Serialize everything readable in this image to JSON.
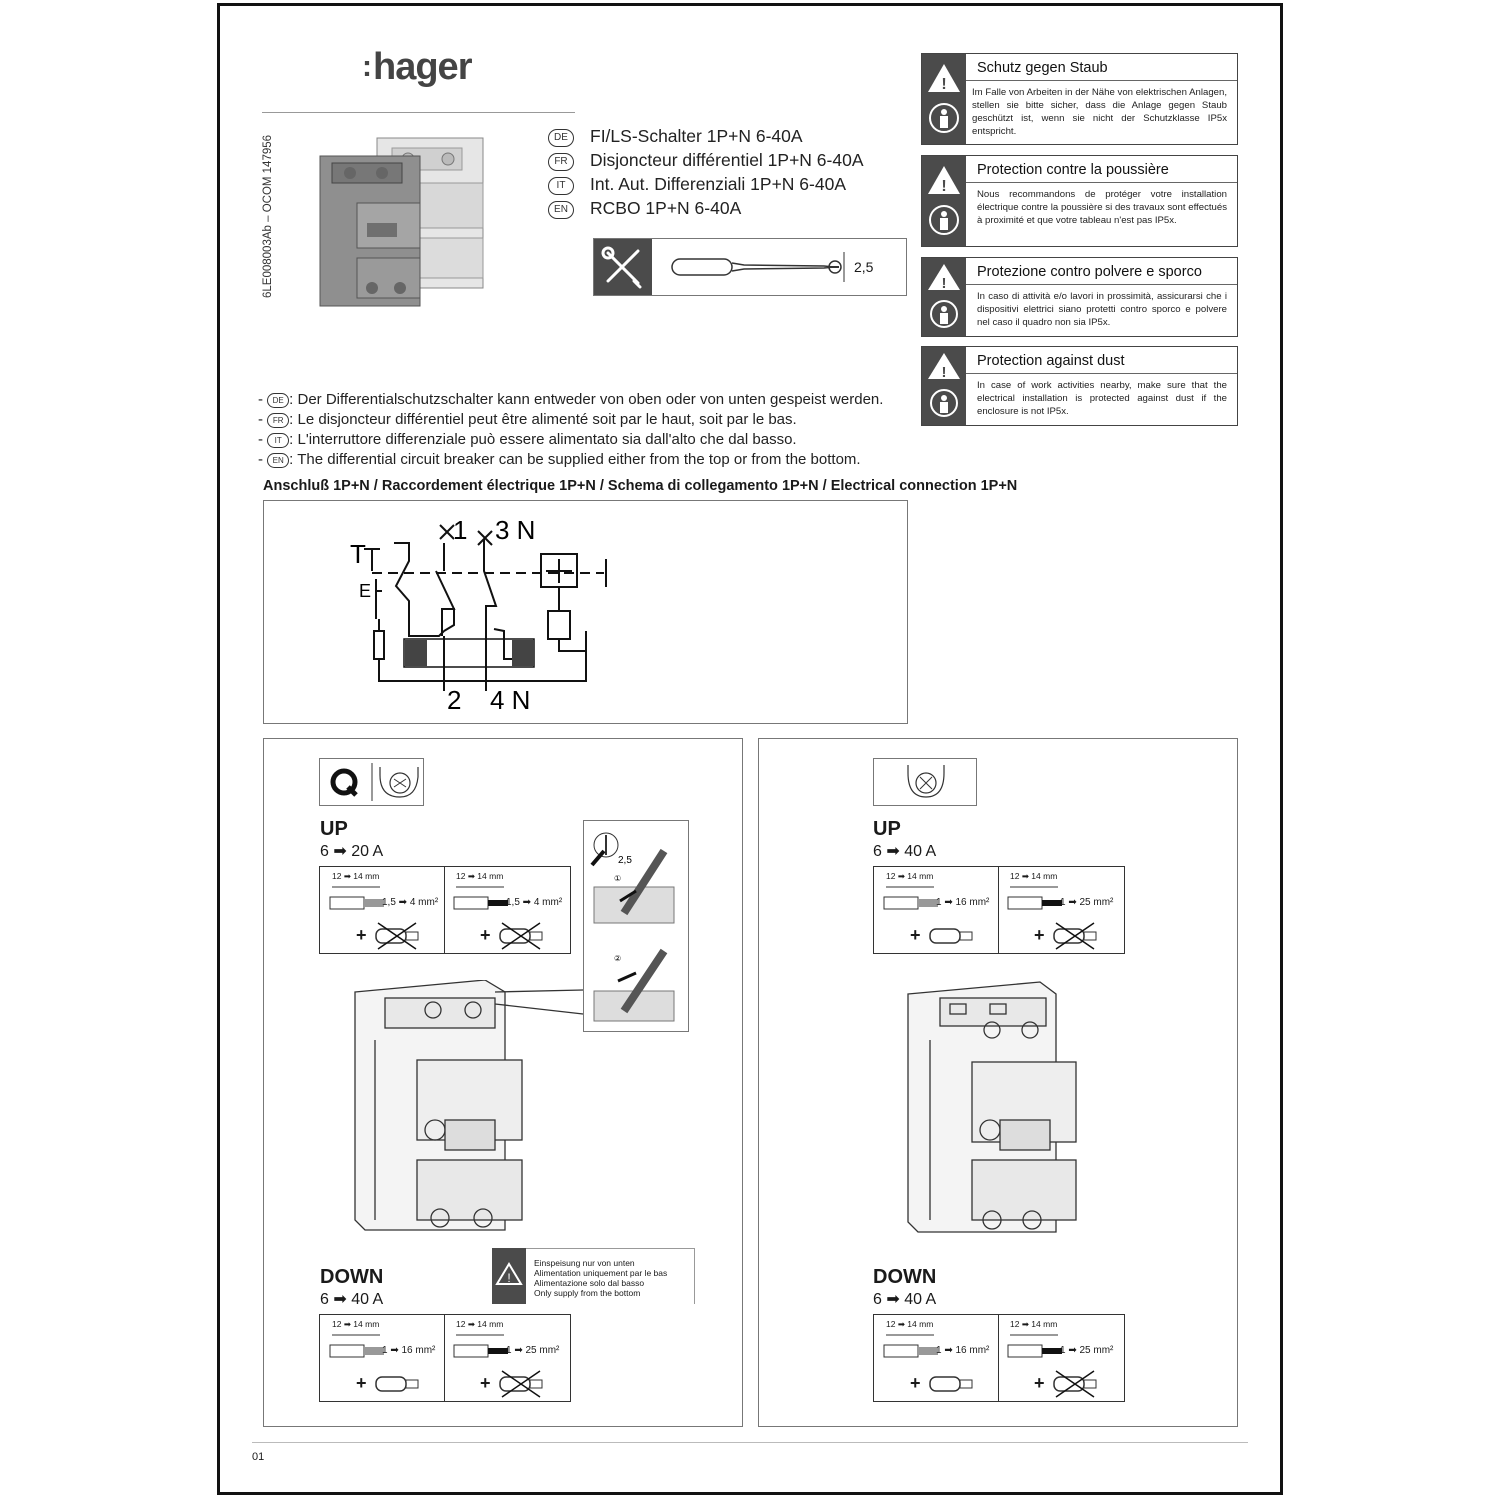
{
  "brand": "hager",
  "doc_code": "6LE008003Ab – OCOM 147956",
  "products": [
    {
      "lang": "DE",
      "name": "FI/LS-Schalter 1P+N 6-40A"
    },
    {
      "lang": "FR",
      "name": "Disjoncteur différentiel 1P+N 6-40A"
    },
    {
      "lang": "IT",
      "name": "Int. Aut. Differenziali 1P+N 6-40A"
    },
    {
      "lang": "EN",
      "name": "RCBO 1P+N 6-40A"
    }
  ],
  "tool": {
    "size": "2,5"
  },
  "warnings": [
    {
      "title": "Schutz gegen Staub",
      "body": "Im Falle von Arbeiten in der Nähe von elektrischen Anlagen, stellen sie bitte sicher, dass die Anlage gegen Staub geschützt ist, wenn sie nicht der Schutzklasse IP5x entspricht."
    },
    {
      "title": "Protection contre la poussière",
      "body": "Nous recommandons de protéger votre installation électrique contre la poussière si des travaux sont effectués à proximité et que votre tableau n'est pas IP5x."
    },
    {
      "title": "Protezione contro polvere e sporco",
      "body": "In caso di attività e/o lavori in prossimità, assicurarsi che i dispositivi elettrici siano protetti contro sporco e polvere nel caso il quadro non sia IP5x."
    },
    {
      "title": "Protection against dust",
      "body": "In case of work activities nearby, make sure that the electrical installation is protected against dust if the enclosure is not IP5x."
    }
  ],
  "feed_notes": [
    {
      "lang": "DE",
      "text": ": Der Differentialschutzschalter kann entweder von oben oder von unten gespeist werden."
    },
    {
      "lang": "FR",
      "text": ": Le disjoncteur différentiel peut être alimenté soit par le haut, soit par le bas."
    },
    {
      "lang": "IT",
      "text": ": L'interruttore differenziale può essere alimentato sia dall'alto che dal basso."
    },
    {
      "lang": "EN",
      "text": ": The differential circuit breaker can be supplied either from the top or from the bottom."
    }
  ],
  "connection_title": "Anschluß 1P+N / Raccordement électrique 1P+N / Schema di collegamento 1P+N / Electrical connection 1P+N",
  "schematic": {
    "t": "T",
    "e": "E",
    "top1": "1",
    "top2": "3 N",
    "bot1": "2",
    "bot2": "4 N"
  },
  "left_panel": {
    "up": {
      "label": "UP",
      "range": "6 ➡ 20 A",
      "cells": [
        {
          "mm": "12 ➡ 14 mm",
          "sec": "1,5 ➡ 4 mm²"
        },
        {
          "mm": "12 ➡ 14 mm",
          "sec": "1,5 ➡ 4 mm²"
        }
      ]
    },
    "down": {
      "label": "DOWN",
      "range": "6 ➡ 40 A",
      "cells": [
        {
          "mm": "12 ➡ 14 mm",
          "sec": "1 ➡ 16 mm²"
        },
        {
          "mm": "12 ➡ 14 mm",
          "sec": "1 ➡ 25 mm²"
        }
      ]
    },
    "note": [
      "Einspeisung nur von unten",
      "Alimentation uniquement par le bas",
      "Alimentazione solo dal basso",
      "Only supply from the bottom"
    ],
    "detail_size": "2,5",
    "step1": "①",
    "step2": "②"
  },
  "right_panel": {
    "up": {
      "label": "UP",
      "range": "6 ➡ 40 A",
      "cells": [
        {
          "mm": "12 ➡ 14 mm",
          "sec": "1 ➡ 16 mm²"
        },
        {
          "mm": "12 ➡ 14 mm",
          "sec": "1 ➡ 25 mm²"
        }
      ]
    },
    "down": {
      "label": "DOWN",
      "range": "6 ➡ 40 A",
      "cells": [
        {
          "mm": "12 ➡ 14 mm",
          "sec": "1 ➡ 16 mm²"
        },
        {
          "mm": "12 ➡ 14 mm",
          "sec": "1 ➡ 25 mm²"
        }
      ]
    }
  },
  "plus": "+",
  "page_number": "01",
  "colors": {
    "dark": "#4b4b4b",
    "border": "#111111"
  }
}
